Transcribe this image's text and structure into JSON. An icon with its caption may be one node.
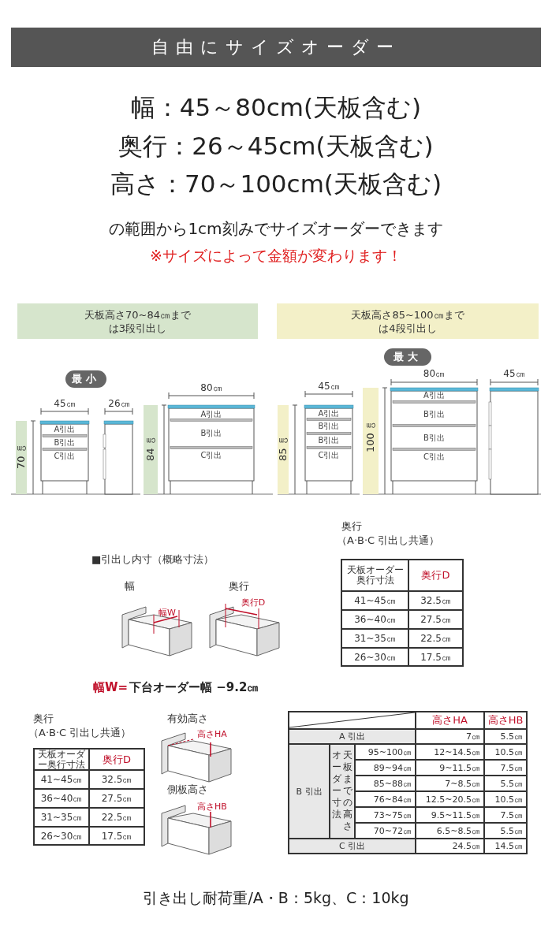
{
  "diagram": {
    "nodes": [
      {
        "text": [
          "自由にサイズオーダー"
        ]
      },
      {
        "text": [
          "天板高さ70~84㎝までは3段引出し"
        ]
      },
      {
        "text": [
          "天板高さ85~100㎝までは4段引出し"
        ]
      },
      {
        "text": [
          "最小"
        ]
      },
      {
        "text": [
          "最大"
        ]
      }
    ],
    "labels": [
      "幅：45～80cm(天板含む)",
      "奥行：26～45cm(天板含む)",
      "高さ：70～100cm(天板含む)",
      "の範囲から1cm刻みでサイズオーダーできます",
      "※サイズによって金額が変わります！",
      "45㎝",
      "26㎝",
      "70㎝",
      "A引出",
      "B引出",
      "C引出",
      "80㎝",
      "84㎝",
      "A引出",
      "B引出",
      "C引出",
      "45㎝",
      "85㎝",
      "A引出",
      "B引出",
      "B引出",
      "C引出",
      "80㎝",
      "100㎝",
      "A引出",
      "B引出",
      "B引出",
      "C引出",
      "45㎝",
      "奥行",
      "（A·B·C 引出し共通）",
      "■引出し内寸（概略寸法）",
      "幅",
      "奥行",
      "幅W",
      "奥行D",
      "幅W=",
      "下台オーダー幅 −9.2㎝",
      "天板オーダー奥行寸法",
      "奥行D",
      "41~45㎝",
      "32.5㎝",
      "36~40㎝",
      "27.5㎝",
      "31~35㎝",
      "22.5㎝",
      "26~30㎝",
      "17.5㎝",
      "奥行",
      "（A·B·C 引出し共通）",
      "天板オーダー奥行寸法",
      "奥行D",
      "41~45㎝",
      "32.5㎝",
      "36~40㎝",
      "27.5㎝",
      "31~35㎝",
      "22.5㎝",
      "26~30㎝",
      "17.5㎝",
      "有効高さ",
      "高さHA",
      "側板高さ",
      "高さHB",
      "高さHA",
      "高さHB",
      "A 引出",
      "7㎝",
      "5.5㎝",
      "B 引出",
      "天板までの高さオーダー寸法",
      "95~100㎝",
      "12~14.5㎝",
      "10.5㎝",
      "89~94㎝",
      "9~11.5㎝",
      "7.5㎝",
      "85~88㎝",
      "7~8.5㎝",
      "5.5㎝",
      "76~84㎝",
      "12.5~20.5㎝",
      "10.5㎝",
      "73~75㎝",
      "9.5~11.5㎝",
      "7.5㎝",
      "70~72㎝",
      "6.5~8.5㎝",
      "5.5㎝",
      "C 引出",
      "24.5㎝",
      "14.5㎝",
      "引き出し耐荷重/A・B：5kg、C：10kg"
    ]
  }
}
